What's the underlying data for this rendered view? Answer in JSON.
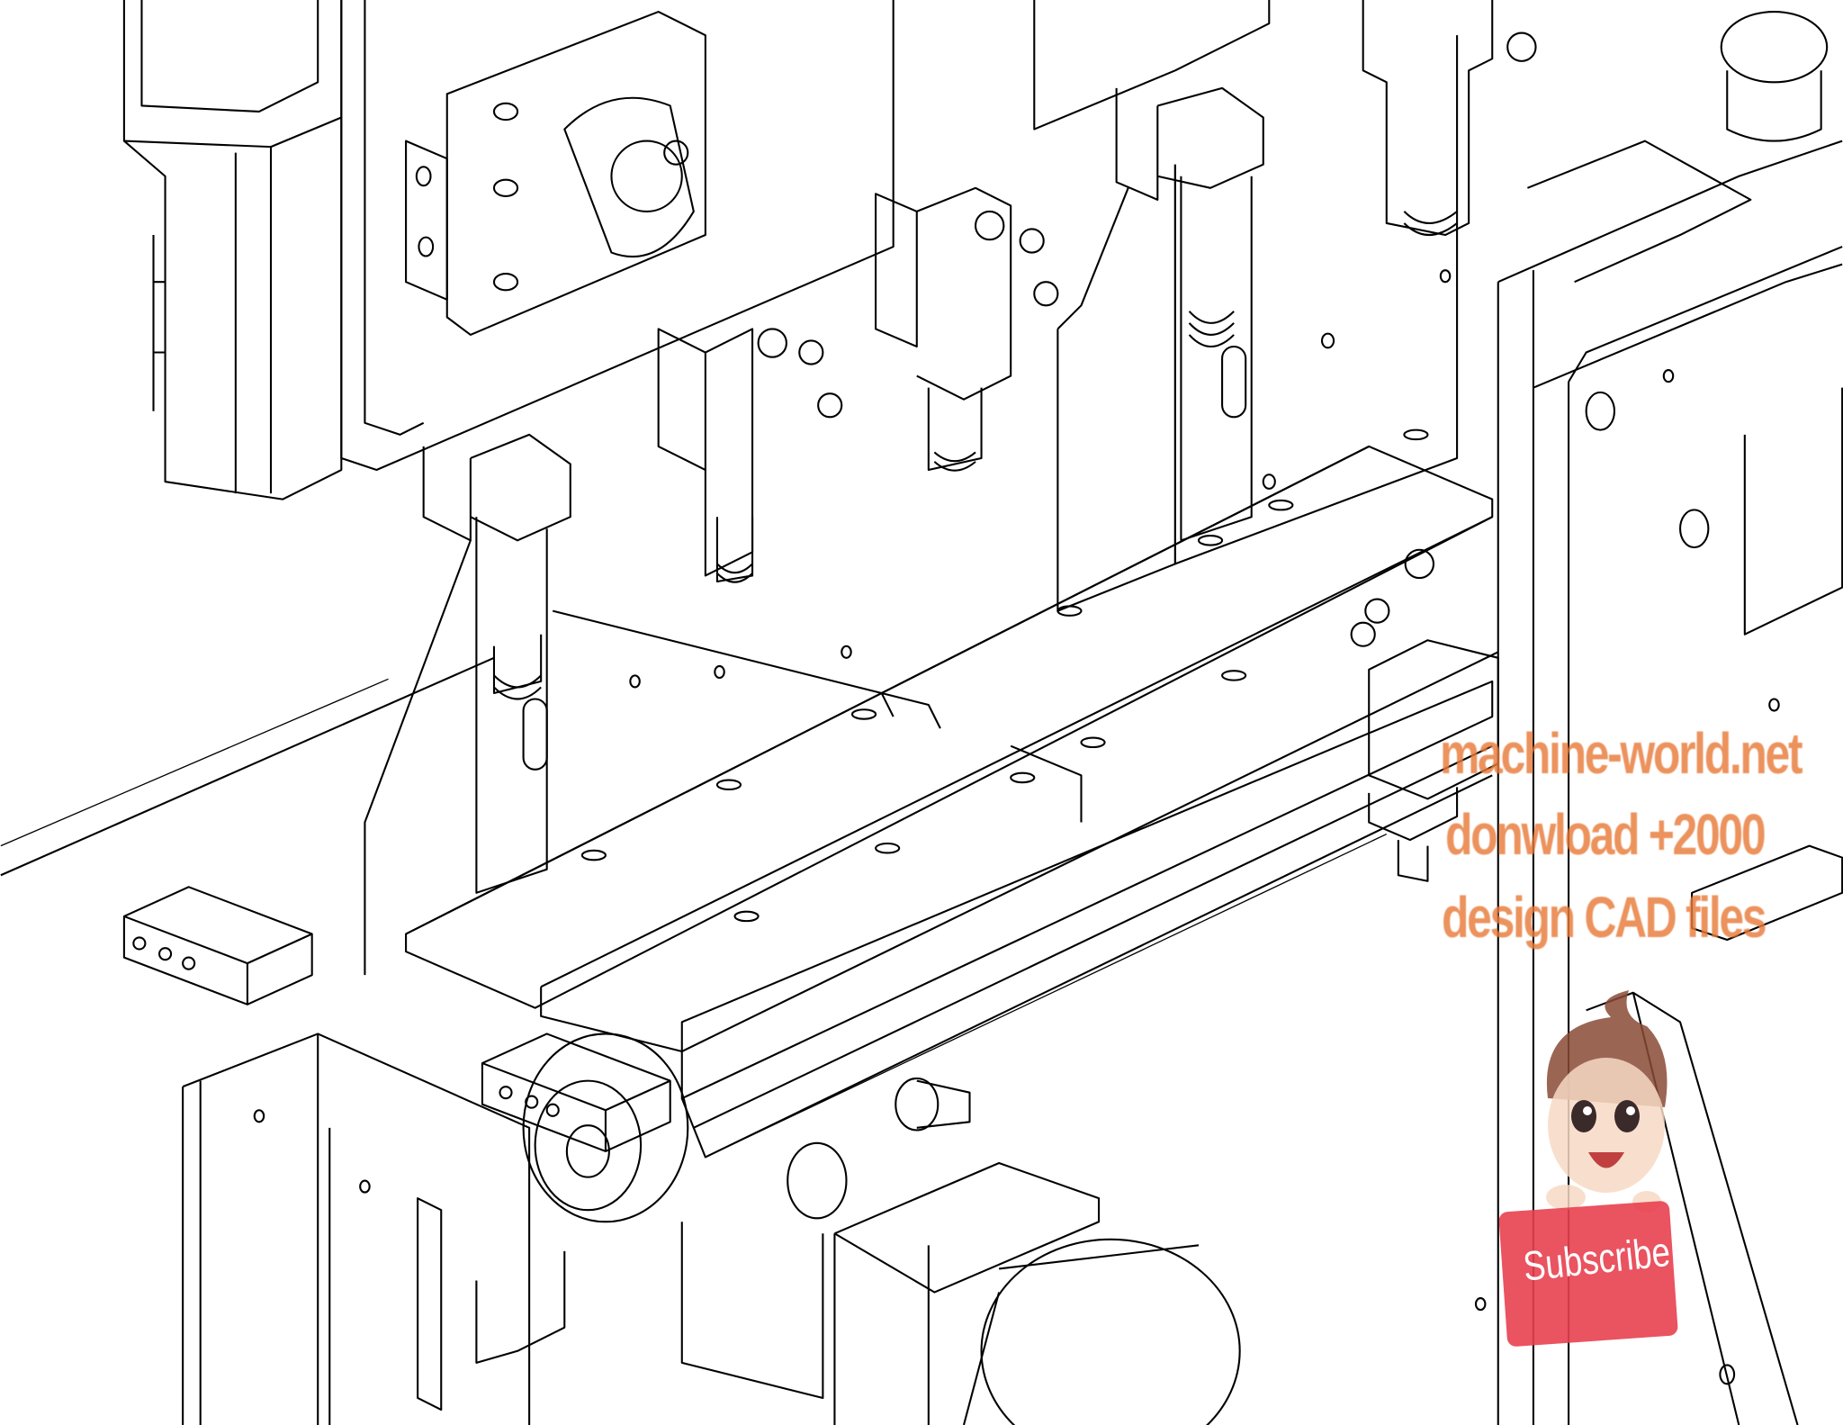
{
  "drawing": {
    "style": "isometric CAD line drawing",
    "line_color": "#000000",
    "background": "#ffffff"
  },
  "watermark": {
    "line1": "machine-world.net",
    "line2": "donwload +2000",
    "line3": "design CAD files",
    "text_color": "#e87b3a",
    "badge_label": "Subscribe !",
    "badge_color": "#e8404f",
    "mascot_icon": "cartoon-boy-mascot"
  }
}
